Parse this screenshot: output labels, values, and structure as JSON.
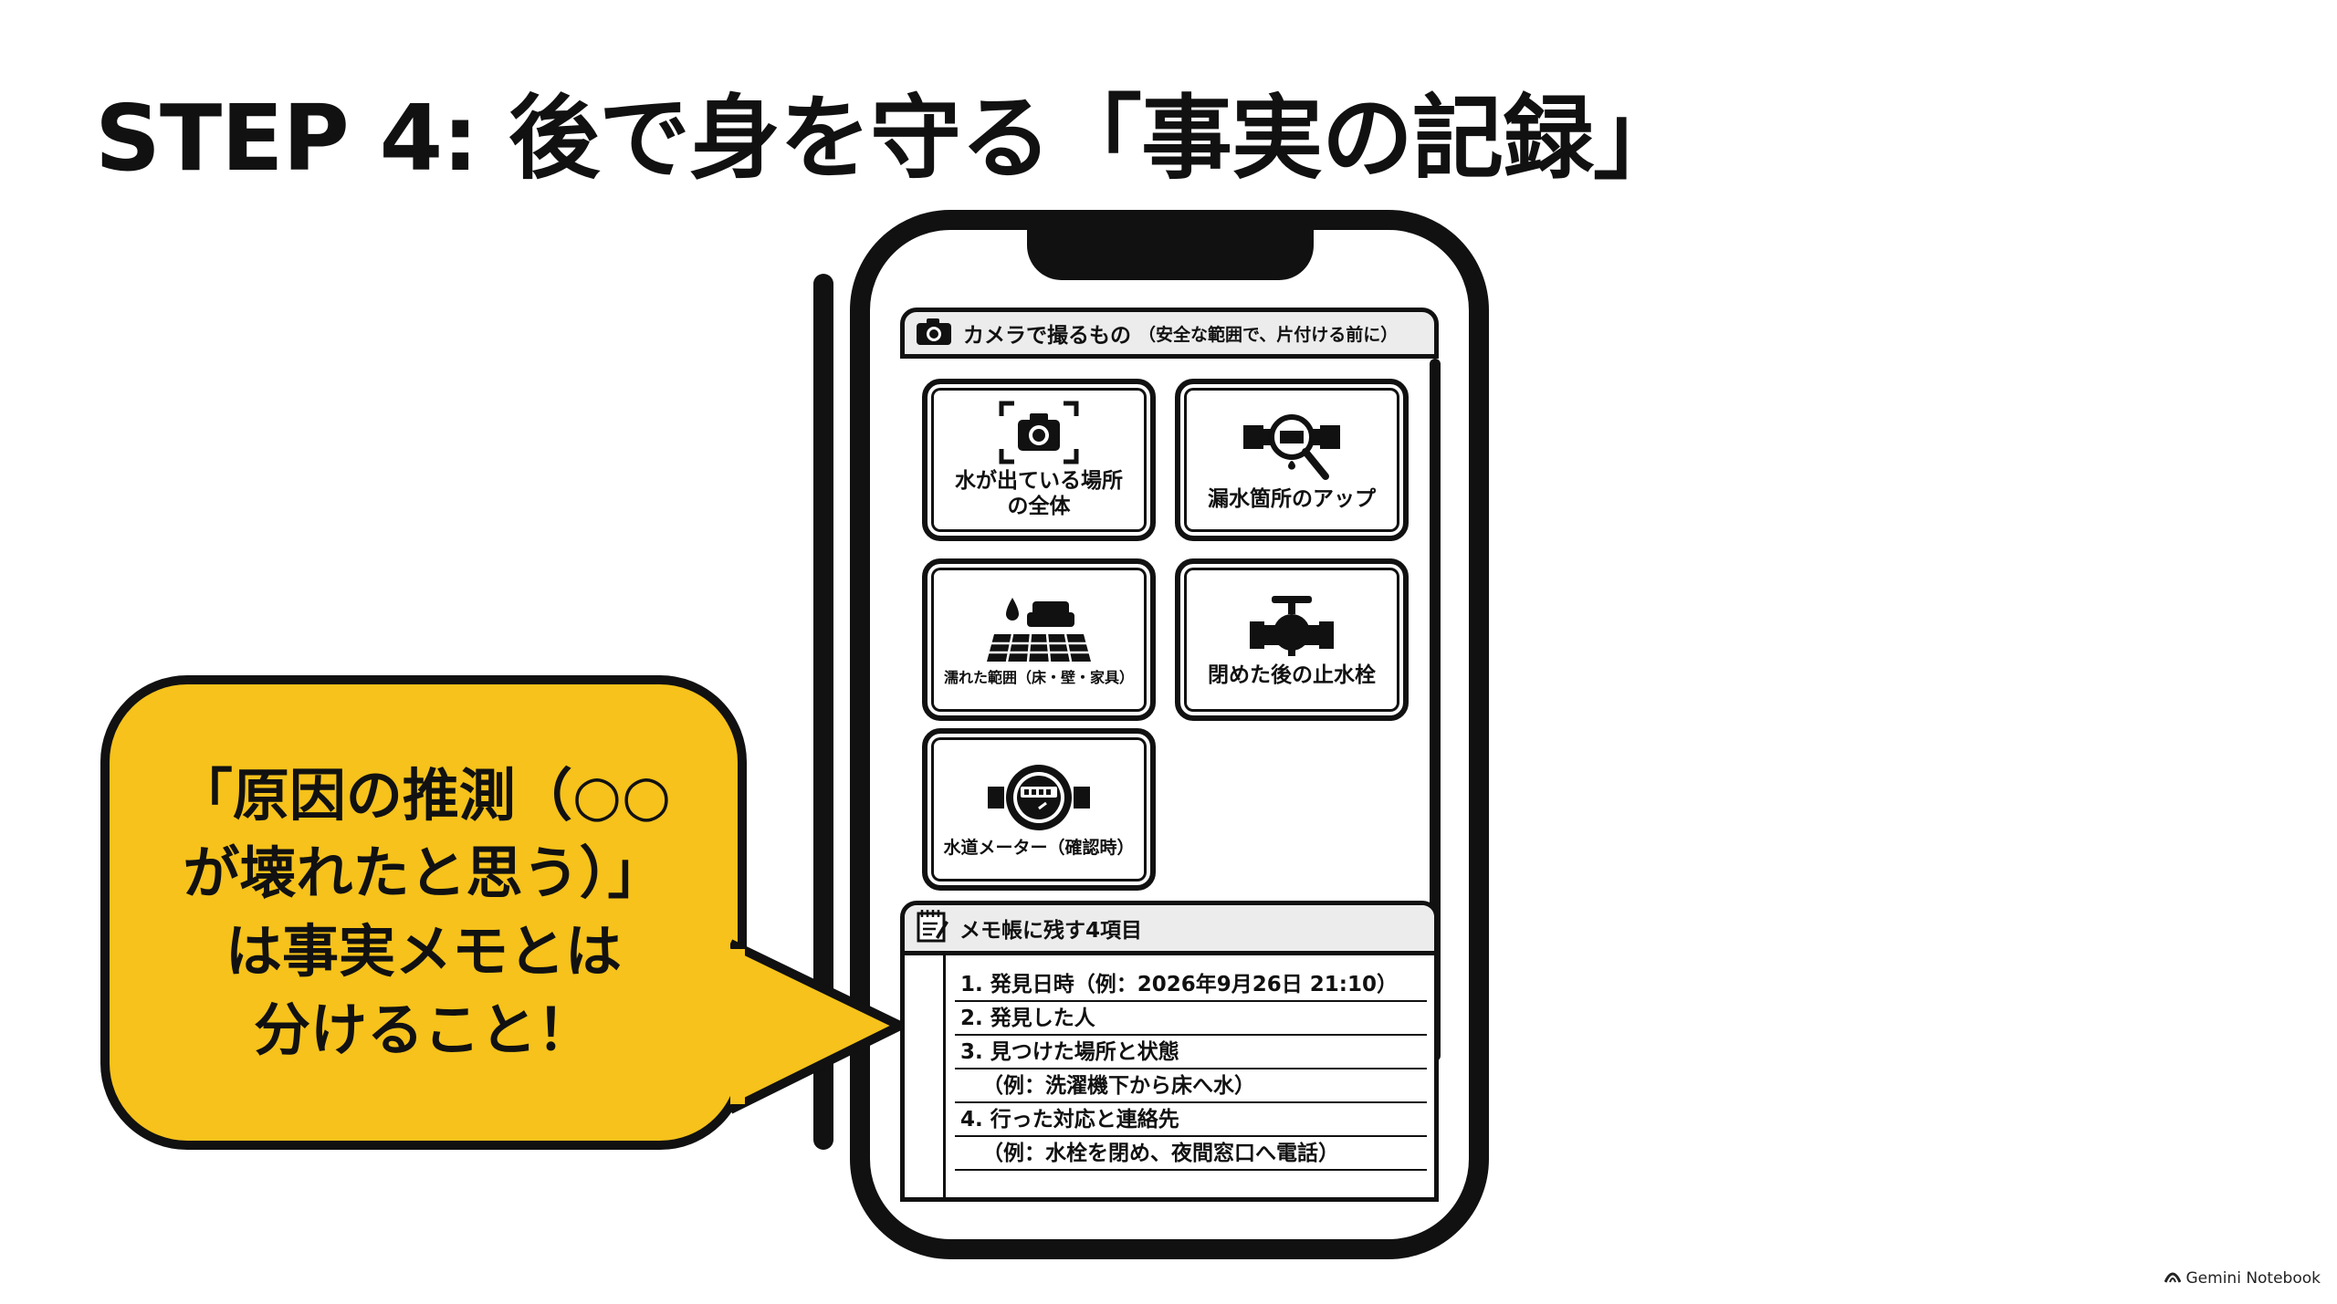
{
  "title": "STEP 4: 後で身を守る「事実の記録」",
  "camera_panel": {
    "header": "カメラで撮るもの",
    "subheader": "（安全な範囲で、片付ける前に）",
    "icon": "camera-icon",
    "items": [
      {
        "label": "水が出ている場所\nの全体",
        "icon": "camera-frame-icon"
      },
      {
        "label": "漏水箇所のアップ",
        "icon": "magnifier-pipe-icon"
      },
      {
        "label": "濡れた範囲（床・壁・家具）",
        "icon": "wet-floor-sofa-icon"
      },
      {
        "label": "閉めた後の止水栓",
        "icon": "faucet-valve-icon"
      },
      {
        "label": "水道メーター（確認時）",
        "icon": "water-meter-icon"
      }
    ]
  },
  "memo_panel": {
    "header": "メモ帳に残す4項目",
    "icon": "notepad-icon",
    "lines": [
      "1. 発見日時（例：2026年9月26日 21:10）",
      "2. 発見した人",
      "3. 見つけた場所と状態",
      "（例：洗濯機下から床へ水）",
      "4. 行った対応と連絡先",
      "（例：水栓を閉め、夜間窓口へ電話）"
    ]
  },
  "callout": {
    "text": "「原因の推測（○○\nが壊れたと思う）」\nは事実メモとは\n分けること！",
    "color": "#f6c21b"
  },
  "brand": {
    "label": "Gemini Notebook"
  }
}
